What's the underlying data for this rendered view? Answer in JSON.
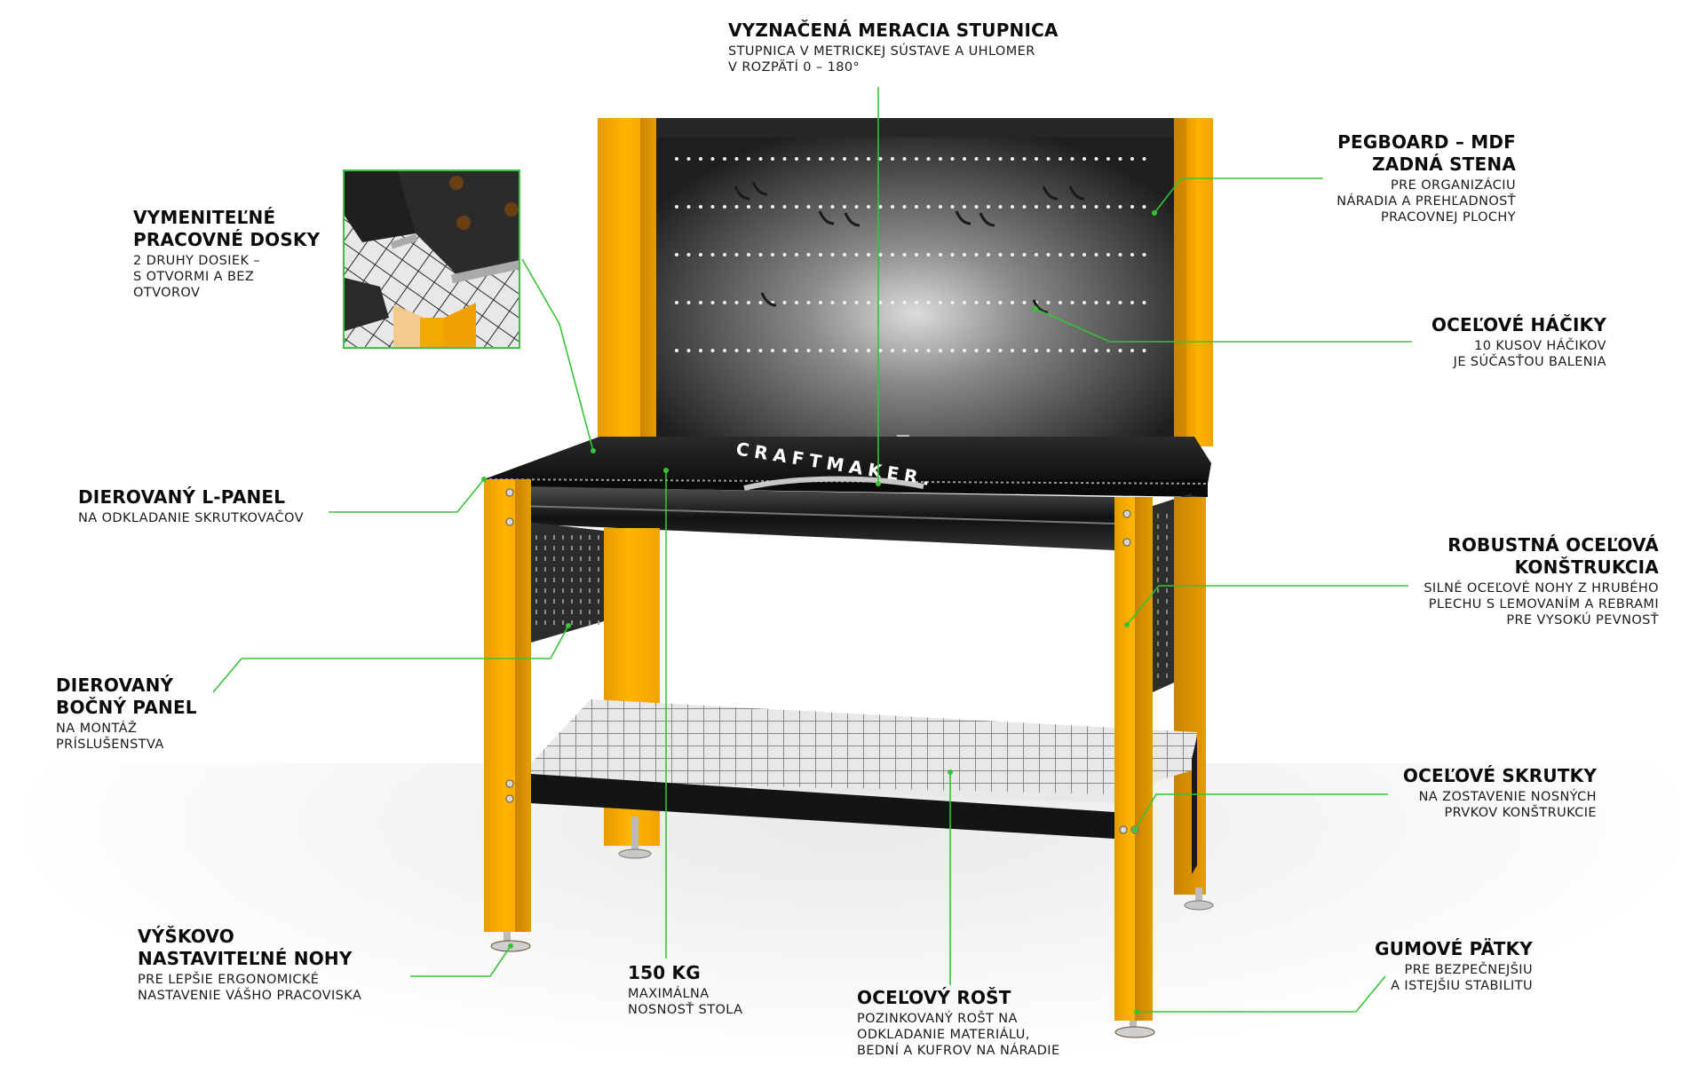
{
  "page": {
    "background": "#ffffff",
    "accent_line_color": "#35c435",
    "brand_text": "CRAFTMAKER.",
    "frame_color": "#f4a900",
    "panel_color": "#1c1c1c"
  },
  "callouts": {
    "scale": {
      "title": [
        "VYZNAČENÁ MERACIA STUPNICA"
      ],
      "desc": [
        "STUPNICA V METRICKEJ SÚSTAVE A UHLOMER",
        "V ROZPÄTÍ 0 – 180°"
      ]
    },
    "pegboard": {
      "title": [
        "PEGBOARD – MDF",
        "ZADNÁ STENA"
      ],
      "desc": [
        "PRE ORGANIZÁCIU",
        "NÁRADIA A PREHĽADNOSŤ",
        "PRACOVNEJ PLOCHY"
      ]
    },
    "worktops": {
      "title": [
        "VYMENITEĽNÉ",
        "PRACOVNÉ DOSKY"
      ],
      "desc": [
        "2 DRUHY DOSIEK –",
        "S OTVORMI A BEZ",
        "OTVOROV"
      ]
    },
    "hooks": {
      "title": [
        "OCEĽOVÉ HÁČIKY"
      ],
      "desc": [
        "10 KUSOV HÁČIKOV",
        "JE SÚČASŤOU BALENIA"
      ]
    },
    "lpanel": {
      "title": [
        "DIEROVANÝ L-PANEL"
      ],
      "desc": [
        "NA ODKLADANIE SKRUTKOVAČOV"
      ]
    },
    "construction": {
      "title": [
        "ROBUSTNÁ OCEĽOVÁ",
        "KONŠTRUKCIA"
      ],
      "desc": [
        "SILNÉ OCEĽOVÉ NOHY Z HRUBÉHO",
        "PLECHU S LEMOVANÍM A REBRAMI",
        "PRE VYSOKÚ PEVNOSŤ"
      ]
    },
    "sidepanel": {
      "title": [
        "DIEROVANÝ",
        "BOČNÝ PANEL"
      ],
      "desc": [
        "NA MONTÁŽ",
        "PRÍSLUŠENSTVA"
      ]
    },
    "screws": {
      "title": [
        "OCEĽOVÉ SKRUTKY"
      ],
      "desc": [
        "NA ZOSTAVENIE NOSNÝCH",
        "PRVKOV KONŠTRUKCIE"
      ]
    },
    "legs": {
      "title": [
        "VÝŠKOVO",
        "NASTAVITEĽNÉ NOHY"
      ],
      "desc": [
        "PRE LEPŠIE ERGONOMICKÉ",
        "NASTAVENIE VÁŠHO PRACOVISKA"
      ]
    },
    "load": {
      "title": [
        "150 KG"
      ],
      "desc": [
        "MAXIMÁLNA",
        "NOSNOSŤ STOLA"
      ]
    },
    "grate": {
      "title": [
        "OCEĽOVÝ ROŠT"
      ],
      "desc": [
        "POZINKOVANÝ ROŠT NA",
        "ODKLADANIE MATERIÁLU,",
        "BEDNÍ A KUFROV NA NÁRADIE"
      ]
    },
    "feet": {
      "title": [
        "GUMOVÉ PÄTKY"
      ],
      "desc": [
        "PRE BEZPEČNEJŠIU",
        "A ISTEJŠIU STABILITU"
      ]
    }
  }
}
